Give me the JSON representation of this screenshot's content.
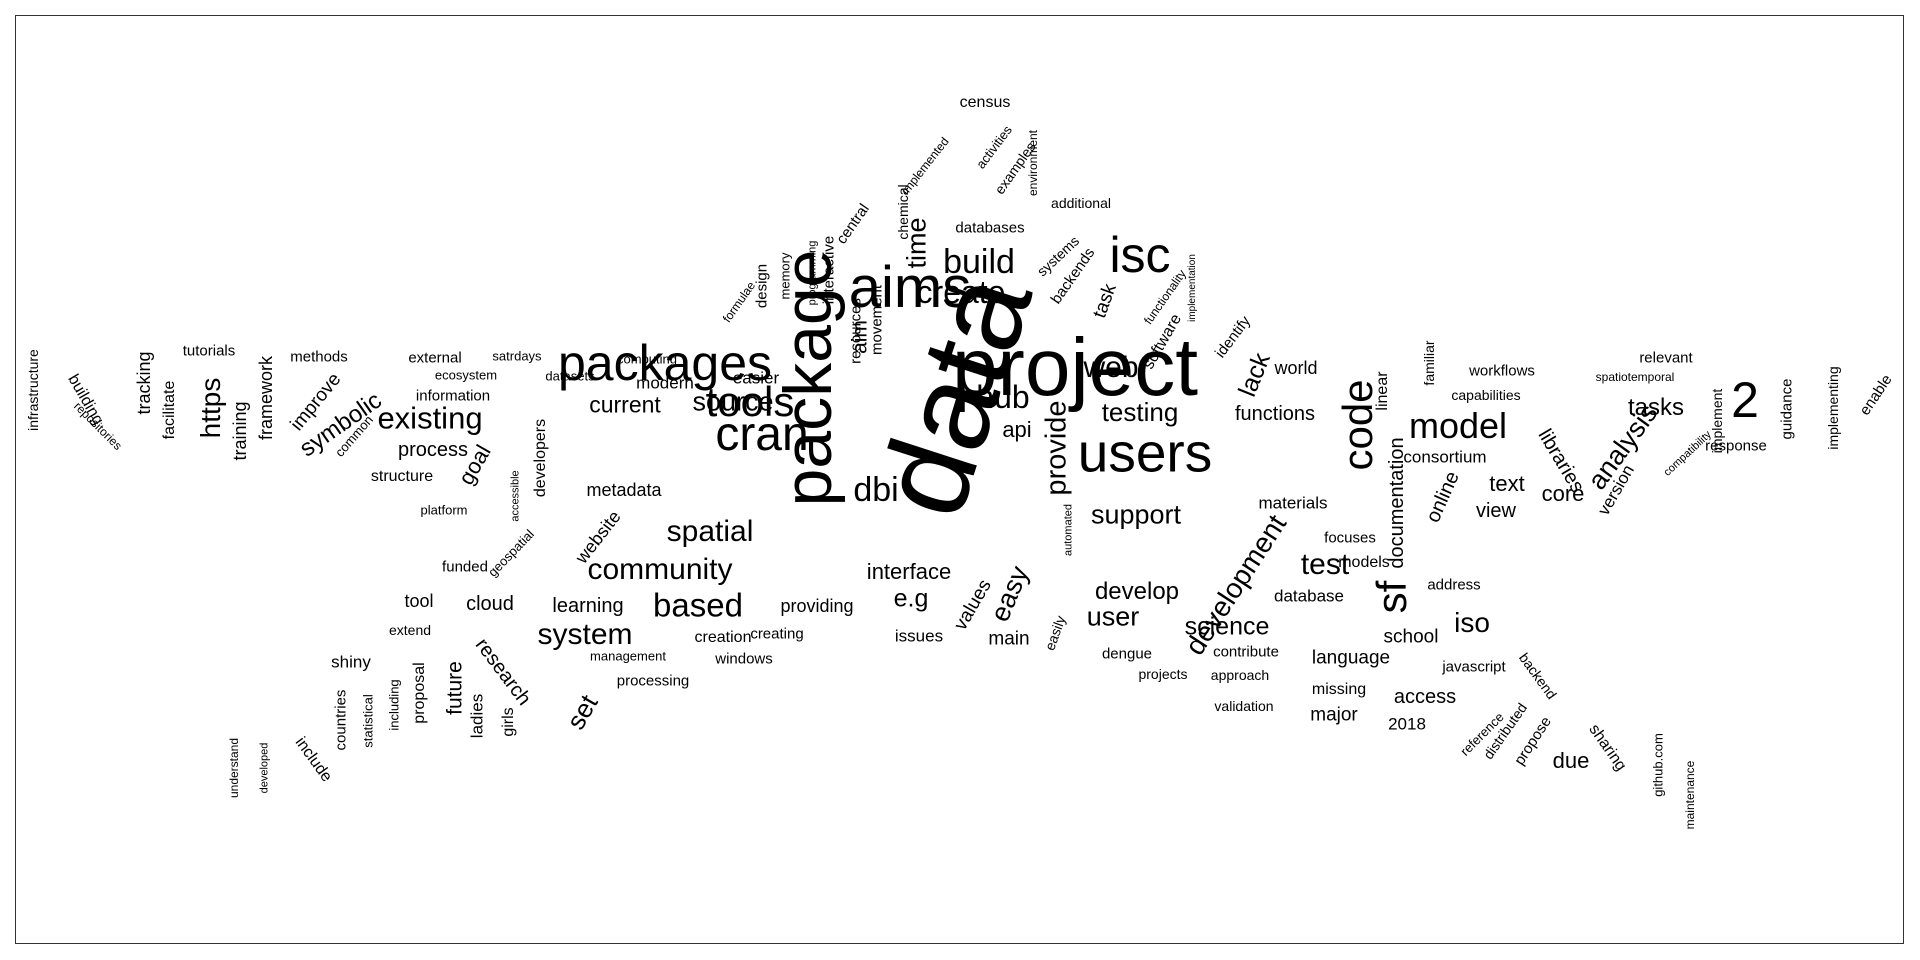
{
  "word_cloud": {
    "text_color": "#000000",
    "background": "#ffffff",
    "border_color": "#333333",
    "words": [
      "data",
      "project",
      "package",
      "packages",
      "aims",
      "users",
      "cran",
      "tools",
      "isc",
      "2",
      "sf",
      "code",
      "model",
      "build",
      "create",
      "hub",
      "existing",
      "dbi",
      "community",
      "test",
      "based",
      "system",
      "provide",
      "spatial",
      "web",
      "source",
      "time",
      "easy",
      "support",
      "api",
      "testing",
      "lack",
      "analysis",
      "development",
      "user",
      "science",
      "iso",
      "develop",
      "tasks",
      "e.g",
      "symbolic",
      "goal",
      "interface",
      "current",
      "functions",
      "text",
      "https",
      "process",
      "core",
      "set",
      "research",
      "future",
      "online",
      "view",
      "documentation",
      "libraries",
      "due",
      "access",
      "language",
      "school",
      "metadata",
      "learning",
      "providing",
      "cloud",
      "tool",
      "shiny",
      "version",
      "world",
      "consortium",
      "materials",
      "database",
      "models",
      "focuses",
      "main",
      "values",
      "task",
      "issues",
      "creation",
      "creating",
      "easier",
      "modern",
      "improve",
      "framework",
      "training",
      "tracking",
      "facilitate",
      "building",
      "tutorials",
      "methods",
      "external",
      "information",
      "ecosystem",
      "satrdays",
      "datasets",
      "computing",
      "structure",
      "common",
      "platform",
      "accessible",
      "developers",
      "geospatial",
      "website",
      "funded",
      "extend",
      "proposal",
      "including",
      "statistical",
      "countries",
      "include",
      "developed",
      "understand",
      "ladies",
      "girls",
      "windows",
      "management",
      "processing",
      "census",
      "activities",
      "environment",
      "implemented",
      "examples",
      "additional",
      "chemical",
      "central",
      "interactive",
      "programming",
      "memory",
      "design",
      "formulae",
      "resources",
      "movement",
      "aim",
      "databases",
      "systems",
      "backends",
      "functionality",
      "implementation",
      "software",
      "identify",
      "linear",
      "familiar",
      "workflows",
      "capabilities",
      "relevant",
      "spatiotemporal",
      "implement",
      "guidance",
      "implementing",
      "enable",
      "response",
      "compatibility",
      "infrastructure",
      "repositories",
      "automated",
      "easily",
      "dengue",
      "projects",
      "contribute",
      "approach",
      "validation",
      "missing",
      "major",
      "2018",
      "javascript",
      "backend",
      "reference",
      "distributed",
      "propose",
      "sharing",
      "github.com",
      "maintenance",
      "address"
    ]
  }
}
